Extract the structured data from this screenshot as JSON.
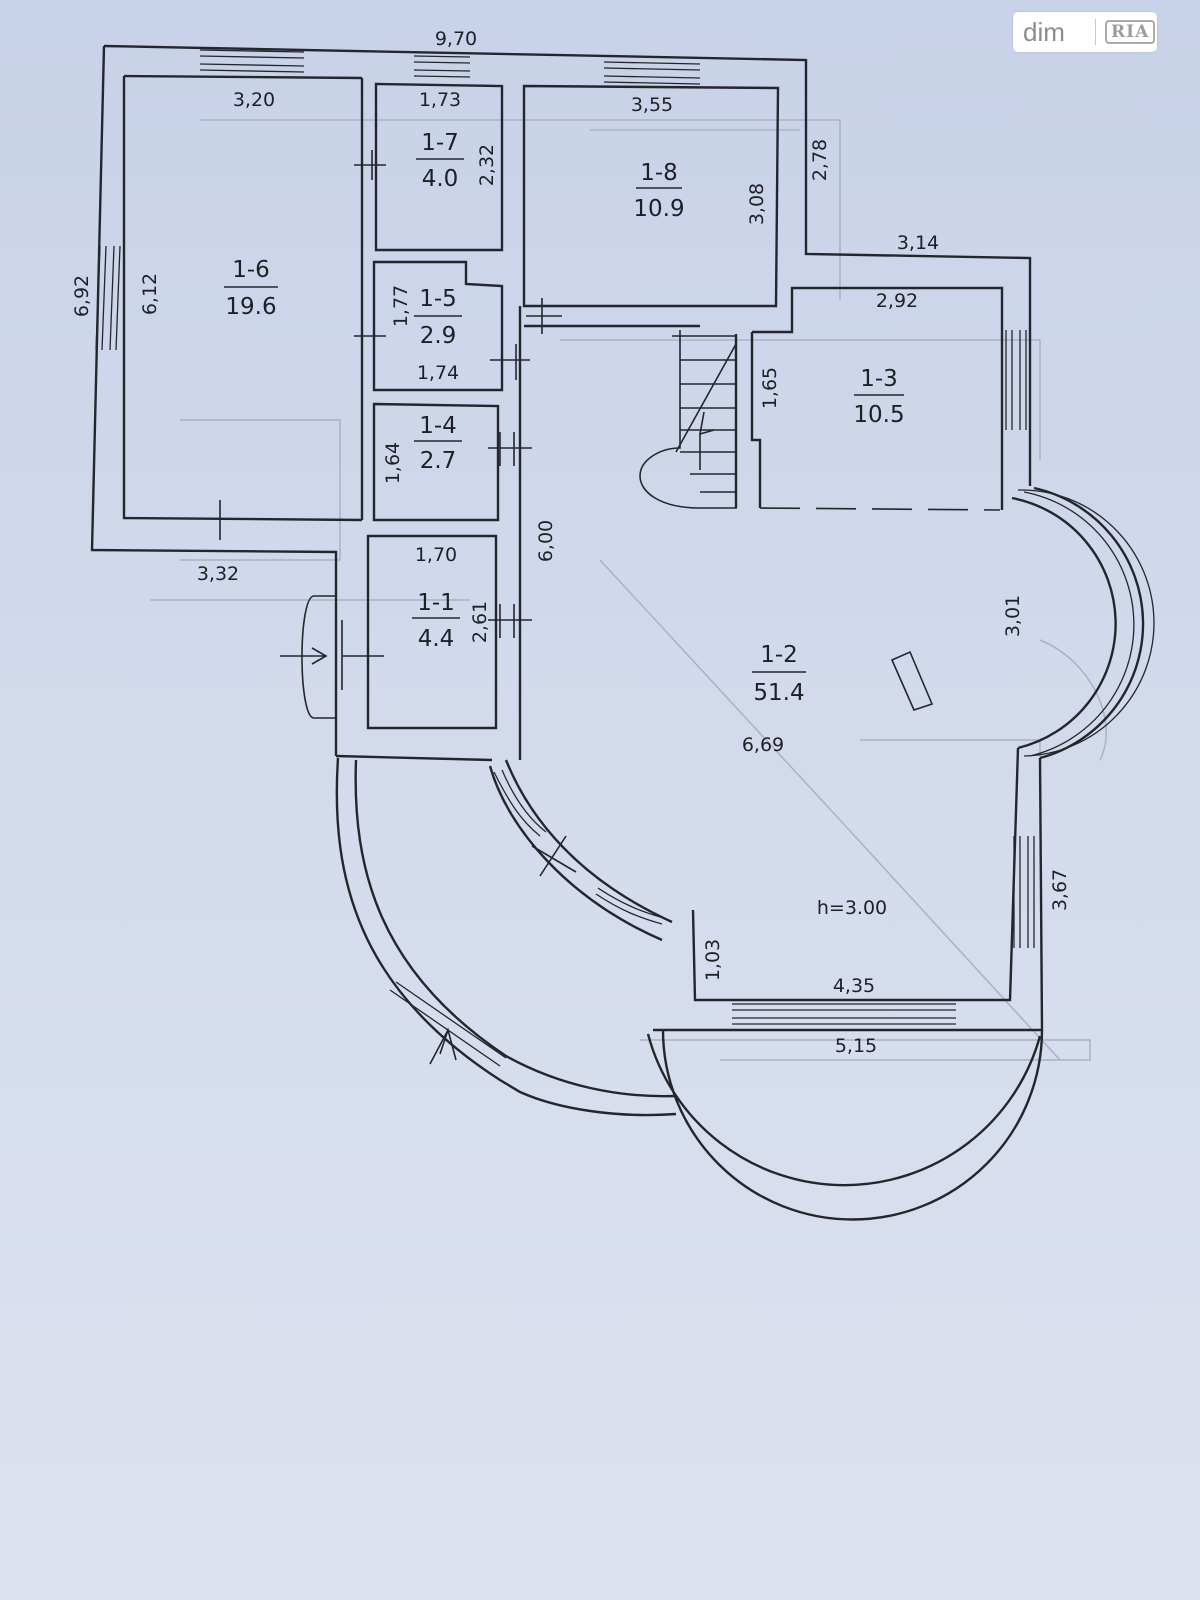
{
  "watermark": {
    "text": "dim",
    "brand": "RIA"
  },
  "rooms": [
    {
      "id": "1-6",
      "area": "19.6"
    },
    {
      "id": "1-7",
      "area": "4.0"
    },
    {
      "id": "1-8",
      "area": "10.9"
    },
    {
      "id": "1-5",
      "area": "2.9"
    },
    {
      "id": "1-4",
      "area": "2.7"
    },
    {
      "id": "1-1",
      "area": "4.4"
    },
    {
      "id": "1-3",
      "area": "10.5"
    },
    {
      "id": "1-2",
      "area": "51.4"
    }
  ],
  "dimensions": [
    "9,70",
    "3,20",
    "1,73",
    "3,55",
    "2,78",
    "6,92",
    "6,12",
    "2,32",
    "3,08",
    "3,14",
    "2,92",
    "1,77",
    "1,74",
    "1,65",
    "1,64",
    "3,32",
    "1,70",
    "6,00",
    "2,61",
    "3,01",
    "6,69",
    "3,67",
    "1,03",
    "4,35",
    "5,15"
  ],
  "ceiling_height": "h=3.00",
  "colors": {
    "background": "#cdd6ea",
    "lines": "#25262c"
  }
}
